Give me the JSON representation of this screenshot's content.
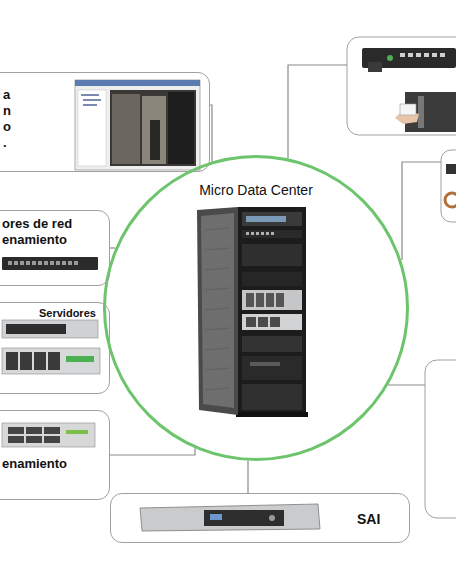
{
  "diagram": {
    "nodes": [
      {
        "text": [
          "a n o ."
        ]
      },
      {
        "text": [
          "Micro Data Center"
        ]
      },
      {
        "text": [
          "ores de red enamiento"
        ]
      },
      {
        "text": [
          "Servidores"
        ]
      },
      {
        "text": [
          "enamiento"
        ]
      },
      {
        "text": [
          "SAI"
        ]
      }
    ],
    "edges": [
      {
        "from": 0,
        "to": 1,
        "arrow": "none"
      },
      {
        "from": 2,
        "to": 1,
        "arrow": "none"
      },
      {
        "from": 3,
        "to": 1,
        "arrow": "none"
      },
      {
        "from": 4,
        "to": 1,
        "arrow": "none"
      },
      {
        "from": 5,
        "to": 1,
        "arrow": "none"
      }
    ]
  }
}
